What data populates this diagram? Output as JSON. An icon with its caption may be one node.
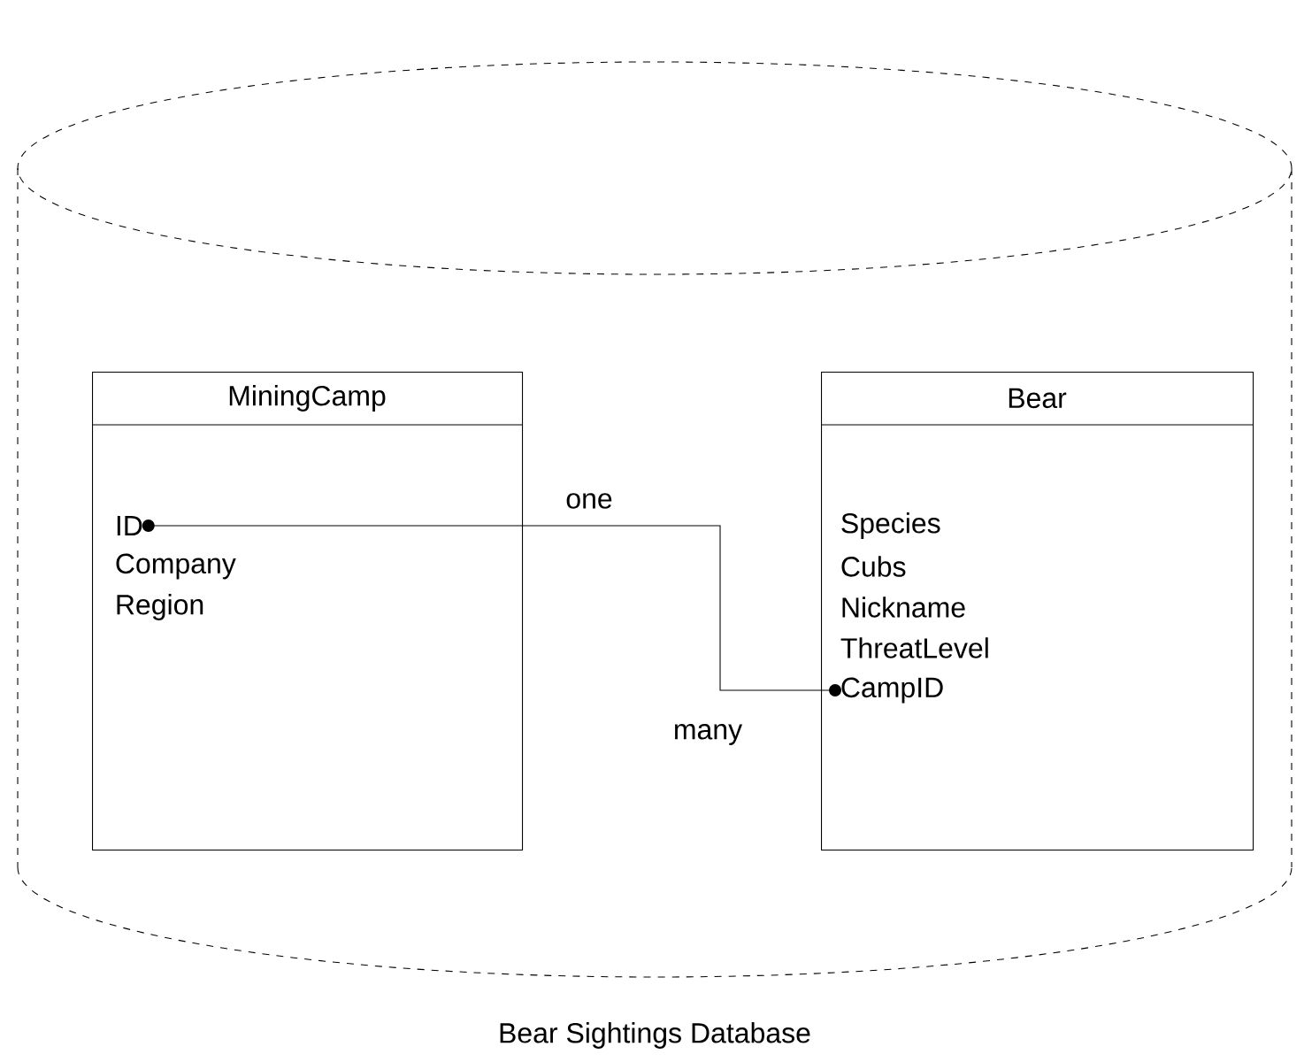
{
  "diagram": {
    "caption": "Bear Sightings Database",
    "nodes": [
      {
        "text": [],
        "shape": "cylinder"
      },
      {
        "text": [
          "MiningCamp"
        ],
        "in": 0
      },
      {
        "text": [
          "ID"
        ],
        "in": 1
      },
      {
        "text": [
          "Company"
        ],
        "in": 1
      },
      {
        "text": [
          "Region"
        ],
        "in": 1
      },
      {
        "text": [
          "Bear"
        ],
        "in": 0
      },
      {
        "text": [
          "Species"
        ],
        "in": 5
      },
      {
        "text": [
          "Cubs"
        ],
        "in": 5
      },
      {
        "text": [
          "Nickname"
        ],
        "in": 5
      },
      {
        "text": [
          "ThreatLevel"
        ],
        "in": 5
      },
      {
        "text": [
          "CampID"
        ],
        "in": 5
      }
    ],
    "edges": [
      {
        "from": 2,
        "to": 10,
        "arrow": "other"
      }
    ],
    "labels": [
      "one",
      "many"
    ]
  }
}
